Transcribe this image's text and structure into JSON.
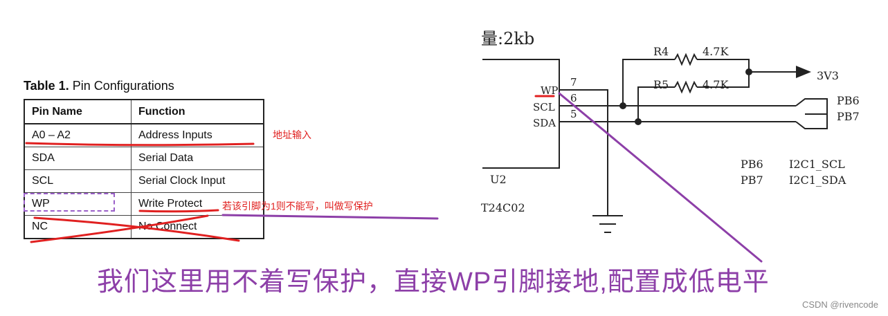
{
  "table": {
    "caption_bold": "Table 1.",
    "caption_text": "Pin Configurations",
    "headers": [
      "Pin Name",
      "Function"
    ],
    "rows": [
      [
        "A0 – A2",
        "Address Inputs"
      ],
      [
        "SDA",
        "Serial Data"
      ],
      [
        "SCL",
        "Serial Clock Input"
      ],
      [
        "WP",
        "Write Protect"
      ],
      [
        "NC",
        "No Connect"
      ]
    ]
  },
  "notes": {
    "address": "地址输入",
    "wp": "若该引脚为1则不能写，叫做写保护",
    "bottom": "我们这里用不着写保护，直接WP引脚接地,配置成低电平"
  },
  "schematic": {
    "capacity": "量:2kb",
    "chip_ref": "U2",
    "chip_part": "T24C02",
    "pins": [
      {
        "name": "WP",
        "num": "7"
      },
      {
        "name": "SCL",
        "num": "6"
      },
      {
        "name": "SDA",
        "num": "5"
      }
    ],
    "resistors": [
      {
        "ref": "R4",
        "value": "4.7K"
      },
      {
        "ref": "R5",
        "value": "4.7K"
      }
    ],
    "power": "3V3",
    "nets": [
      "PB6",
      "PB7"
    ],
    "mapping": [
      {
        "pin": "PB6",
        "func": "I2C1_SCL"
      },
      {
        "pin": "PB7",
        "func": "I2C1_SDA"
      }
    ]
  },
  "watermark": "CSDN @rivencode"
}
